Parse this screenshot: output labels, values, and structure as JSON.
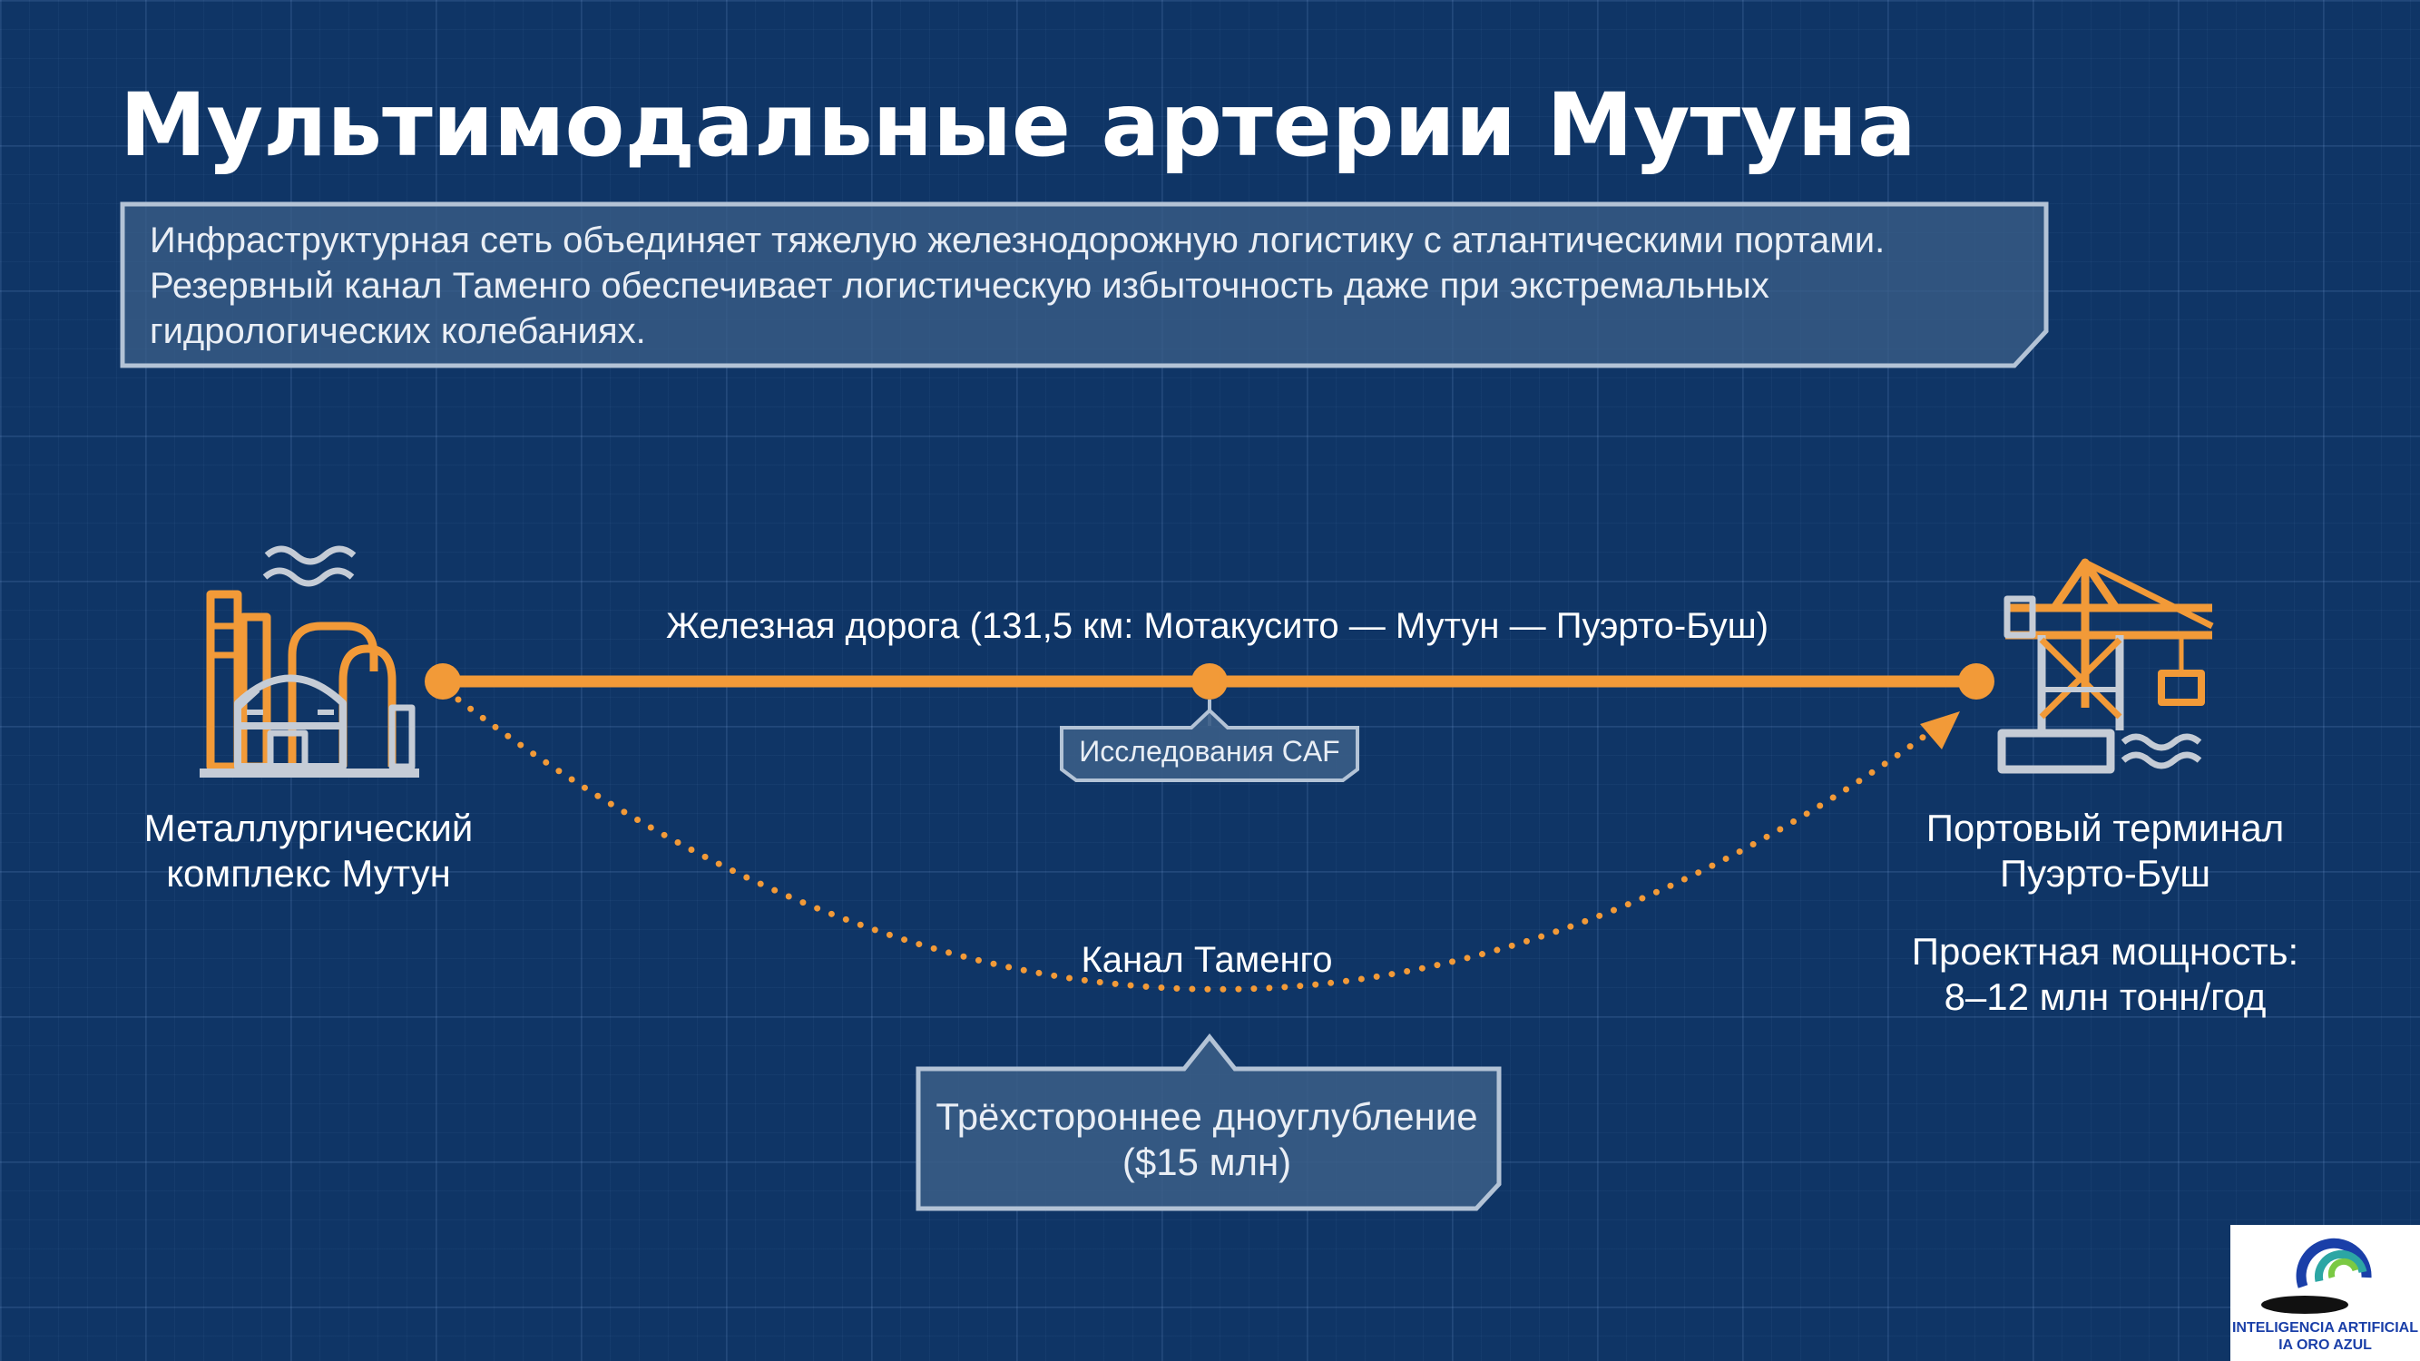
{
  "title": "Мультимодальные артерии Мутуна",
  "intro": {
    "line1": "Инфраструктурная сеть объединяет тяжелую железнодорожную логистику с атлантическими портами.",
    "line2": "Резервный канал Таменго обеспечивает логистическую избыточность даже при экстремальных",
    "line3": "гидрологических колебаниях."
  },
  "railway": {
    "label": "Железная дорога (131,5 км: Мотакусито — Мутун — Пуэрто-Буш)",
    "midpoint_callout": "Исследования CAF"
  },
  "canal": {
    "label": "Канал Таменго",
    "callout_line1": "Трёхстороннее дноуглубление",
    "callout_line2": "($15 млн)"
  },
  "mutun": {
    "line1": "Металлургический",
    "line2": "комплекс Мутун",
    "icon": "factory-icon"
  },
  "port": {
    "line1": "Портовый терминал",
    "line2": "Пуэрто-Буш",
    "capacity_line1": "Проектная мощность:",
    "capacity_line2": "8–12 млн тонн/год",
    "icon": "port-crane-icon"
  },
  "logo": {
    "line1": "INTELIGENCIA ARTIFICIAL",
    "line2": "IA ORO AZUL"
  },
  "colors": {
    "accent": "#f29a38",
    "background": "#0f3566",
    "panel": "#3a5d86",
    "panel_border": "#b3c3d6",
    "icon_gray": "#c5ccd6"
  }
}
